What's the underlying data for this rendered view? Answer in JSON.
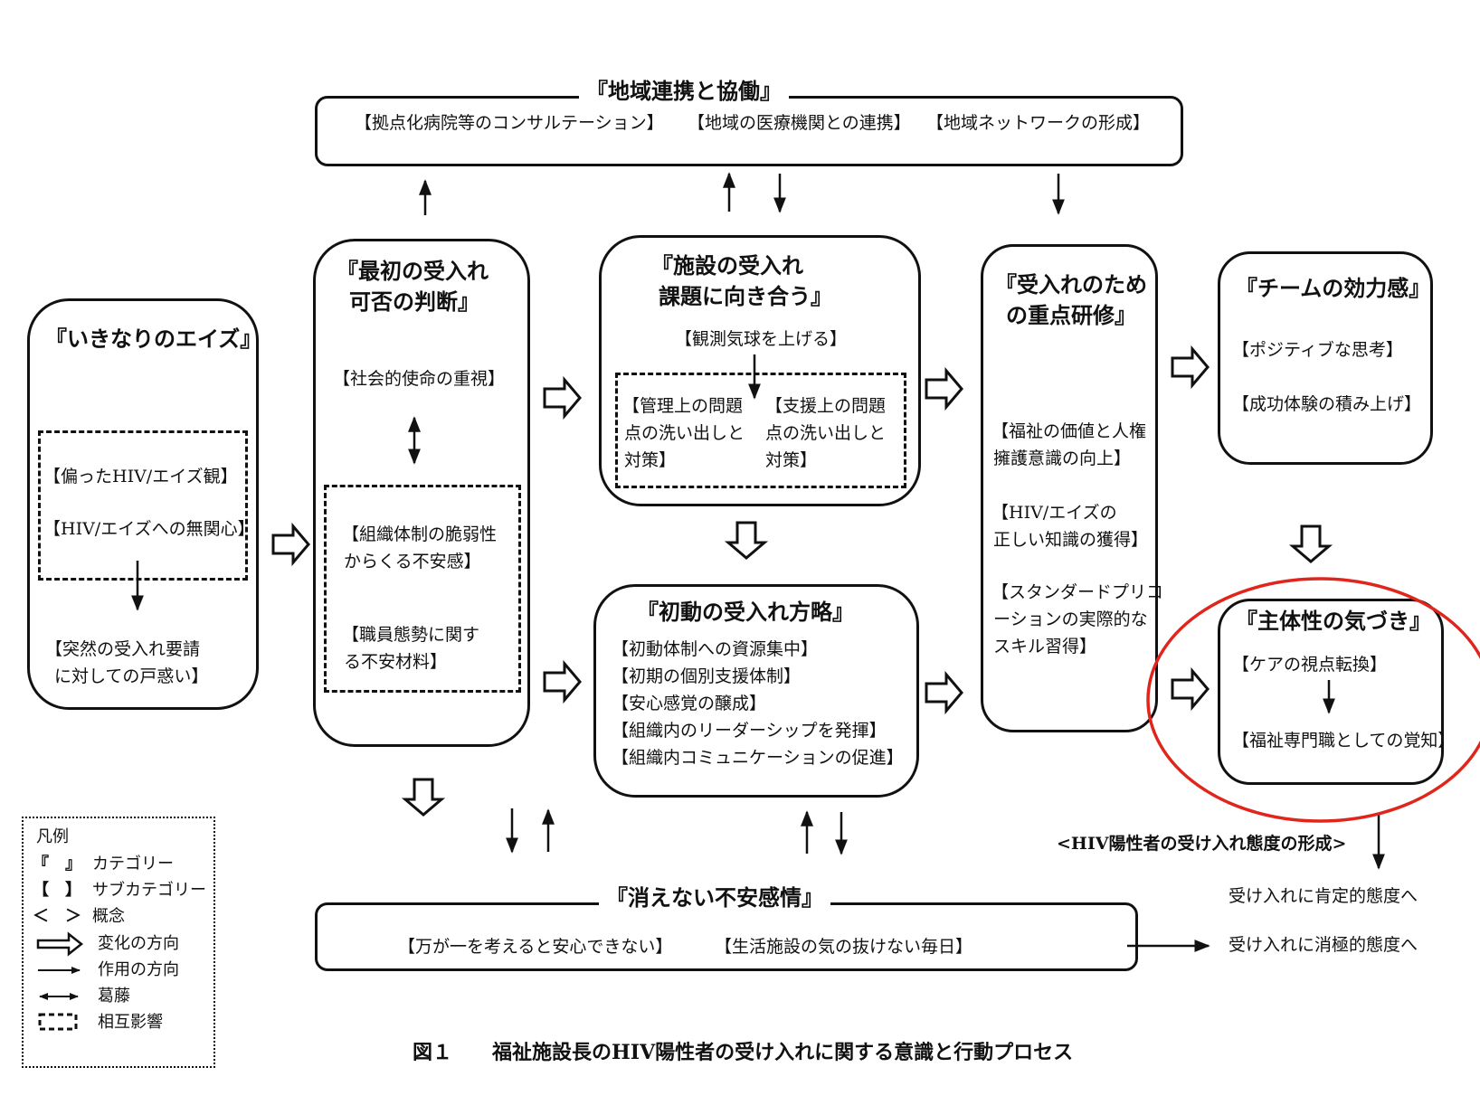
{
  "regional": {
    "title": "『地域連携と協働』",
    "items": [
      "【拠点化病院等のコンサルテーション】",
      "【地域の医療機関との連携】",
      "【地域ネットワークの形成】"
    ]
  },
  "sudden": {
    "title": "『いきなりのエイズ』",
    "inner": [
      "【偏ったHIV/エイズ観】",
      "【HIV/エイズへの無関心】"
    ],
    "outcome": [
      "【突然の受入れ要請",
      "に対しての戸惑い】"
    ]
  },
  "initial": {
    "title": [
      "『最初の受入れ",
      "可否の判断』"
    ],
    "mission": "【社会的使命の重視】",
    "inner": [
      [
        "【組織体制の脆弱性",
        "からくる不安感】"
      ],
      [
        "【職員態勢に関す",
        "る不安材料】"
      ]
    ]
  },
  "facility": {
    "title": [
      "『施設の受入れ",
      "課題に向き合う』"
    ],
    "balloon": "【観測気球を上げる】",
    "left": [
      "【管理上の問題",
      "点の洗い出しと",
      "対策】"
    ],
    "right": [
      "【支援上の問題",
      "点の洗い出しと",
      "対策】"
    ]
  },
  "firstmove": {
    "title": "『初動の受入れ方略』",
    "items": [
      "【初動体制への資源集中】",
      "【初期の個別支援体制】",
      "【安心感覚の醸成】",
      "【組織内のリーダーシップを発揮】",
      "【組織内コミュニケーションの促進】"
    ]
  },
  "training": {
    "title": [
      "『受入れのため",
      "の重点研修』"
    ],
    "items": [
      [
        "【福祉の価値と人権",
        "擁護意識の向上】"
      ],
      [
        "【HIV/エイズの",
        "正しい知識の獲得】"
      ],
      [
        "【スタンダードプリコ",
        "ーションの実際的な",
        "スキル習得】"
      ]
    ]
  },
  "team": {
    "title": "『チームの効力感』",
    "items": [
      "【ポジティブな思考】",
      "【成功体験の積み上げ】"
    ]
  },
  "autonomy": {
    "title": "『主体性の気づき』",
    "items": [
      "【ケアの視点転換】",
      "【福祉専門職としての覚知】"
    ]
  },
  "anxiety": {
    "title": "『消えない不安感情』",
    "items": [
      "【万が一を考えると安心できない】",
      "【生活施設の気の抜けない毎日】"
    ]
  },
  "attitude": {
    "concept": "<HIV陽性者の受け入れ態度の形成>",
    "positive": "受け入れに肯定的態度へ",
    "negative": "受け入れに消極的態度へ"
  },
  "legend": {
    "heading": "凡例",
    "rows": [
      {
        "symbol": "『　』",
        "label": "カテゴリー"
      },
      {
        "symbol": "【　】",
        "label": "サブカテゴリー"
      },
      {
        "symbol": "＜　＞",
        "label": "概念"
      },
      {
        "symbol": "",
        "label": "変化の方向"
      },
      {
        "symbol": "",
        "label": "作用の方向"
      },
      {
        "symbol": "",
        "label": "葛藤"
      },
      {
        "symbol": "",
        "label": "相互影響"
      }
    ]
  },
  "caption": "図１　　福祉施設長のHIV陽性者の受け入れに関する意識と行動プロセス",
  "colors": {
    "highlight": "#e0261c",
    "ink": "#111111"
  }
}
